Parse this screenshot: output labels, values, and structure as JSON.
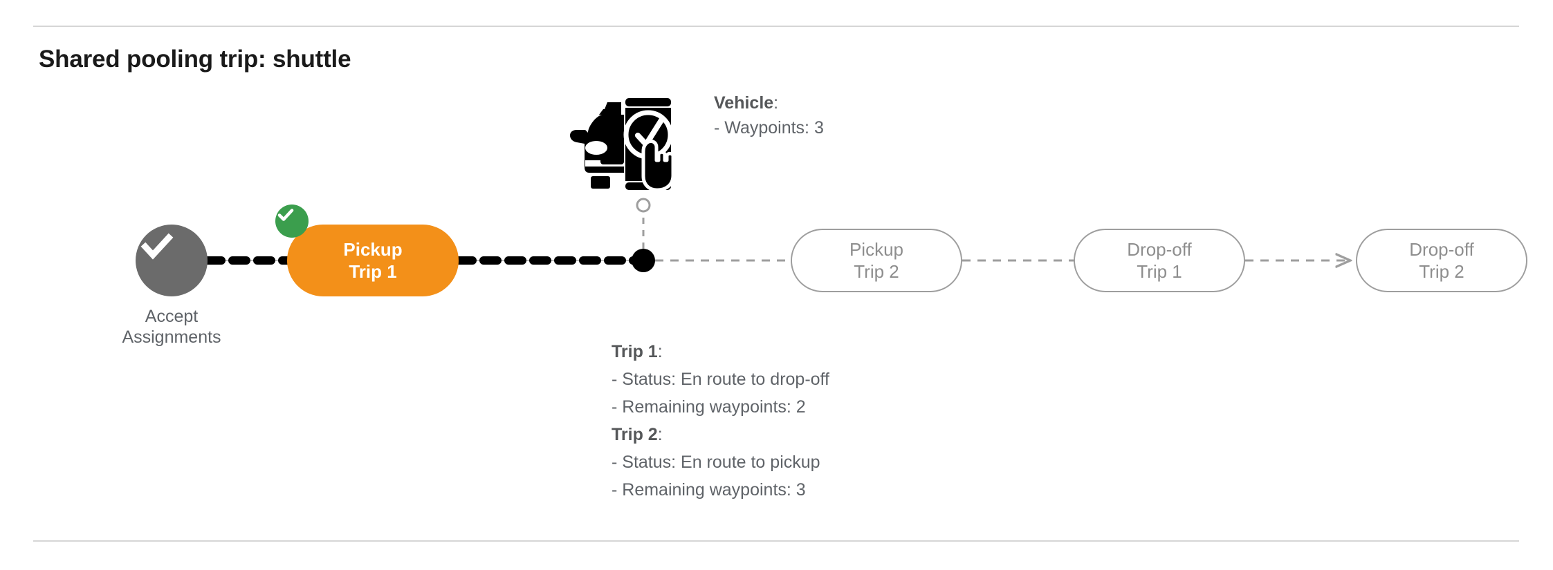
{
  "page": {
    "title": "Shared pooling trip: shuttle"
  },
  "colors": {
    "active_pill": "#F39019",
    "badge_green": "#3b9e4d",
    "accept_circle": "#6b6b6b",
    "muted_text": "#5f6368",
    "outline_stroke": "#9e9e9e",
    "divider": "#d6d6d6",
    "marker_black": "#000000"
  },
  "flow": {
    "accept": {
      "icon": "check-circle-icon",
      "label_line1": "Accept",
      "label_line2": "Assignments"
    },
    "nodes": [
      {
        "id": "pickup-trip-1",
        "line1": "Pickup",
        "line2": "Trip 1",
        "state": "active",
        "badge": "check-badge"
      },
      {
        "id": "pickup-trip-2",
        "line1": "Pickup",
        "line2": "Trip 2",
        "state": "upcoming",
        "badge": null
      },
      {
        "id": "dropoff-trip-1",
        "line1": "Drop-off",
        "line2": "Trip 1",
        "state": "upcoming",
        "badge": null
      },
      {
        "id": "dropoff-trip-2",
        "line1": "Drop-off",
        "line2": "Trip 2",
        "state": "upcoming",
        "badge": null
      }
    ]
  },
  "vehicle": {
    "icon": "car-phone-check-icon",
    "heading": "Vehicle",
    "heading_colon": ":",
    "waypoints_label": "- Waypoints: 3"
  },
  "trips": [
    {
      "heading": "Trip 1",
      "heading_colon": ":",
      "status": "- Status:  En route to drop-off",
      "remaining": "- Remaining waypoints: 2"
    },
    {
      "heading": "Trip 2",
      "heading_colon": ":",
      "status": "- Status:  En route to pickup",
      "remaining": "- Remaining waypoints: 3"
    }
  ]
}
